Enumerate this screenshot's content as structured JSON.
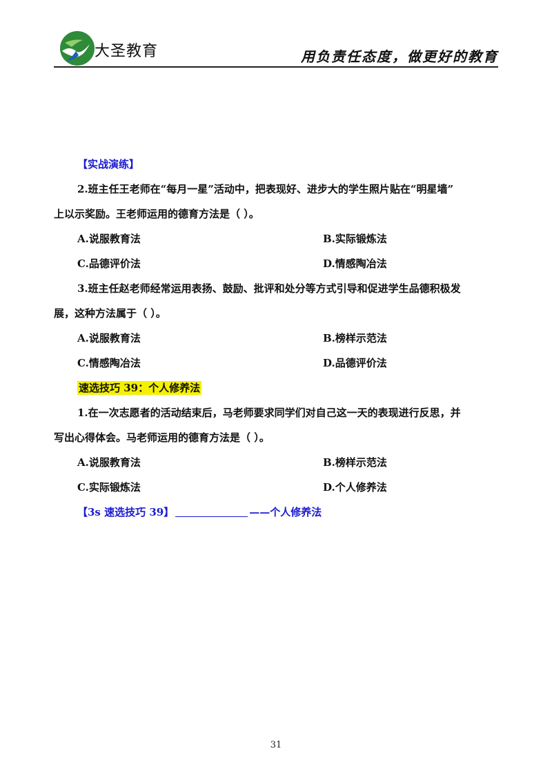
{
  "header": {
    "brand": "大圣教育",
    "slogan": "用负责任态度，做更好的教育"
  },
  "section": {
    "title": "【实战演练】"
  },
  "questions": [
    {
      "line1": "2.班主任王老师在“每月一星”活动中，把表现好、进步大的学生照片贴在“明星墙”",
      "line2": "上以示奖励。王老师运用的德育方法是（    ）。",
      "options": [
        "A.说服教育法",
        "B.实际锻炼法",
        "C.品德评价法",
        "D.情感陶冶法"
      ]
    },
    {
      "line1": "3.班主任赵老师经常运用表扬、鼓励、批评和处分等方式引导和促进学生品德积极发",
      "line2": "展，这种方法属于（    ）。",
      "options": [
        "A.说服教育法",
        "B.榜样示范法",
        "C.情感陶冶法",
        "D.品德评价法"
      ]
    }
  ],
  "tip": {
    "heading": "速选技巧 39：个人修养法",
    "question": {
      "line1": "1.在一次志愿者的活动结束后，马老师要求同学们对自己这一天的表现进行反思，并",
      "line2": "写出心得体会。马老师运用的德育方法是（    ）。",
      "options": [
        "A.说服教育法",
        "B.榜样示范法",
        "C.实际锻炼法",
        "D.个人修养法"
      ]
    },
    "summary_prefix": "【3s 速选技巧 39】",
    "summary_suffix": "——个人修养法"
  },
  "footer": {
    "page_number": "31"
  },
  "colors": {
    "blue_text": "#1a1ad0",
    "highlight": "#f5f000"
  }
}
